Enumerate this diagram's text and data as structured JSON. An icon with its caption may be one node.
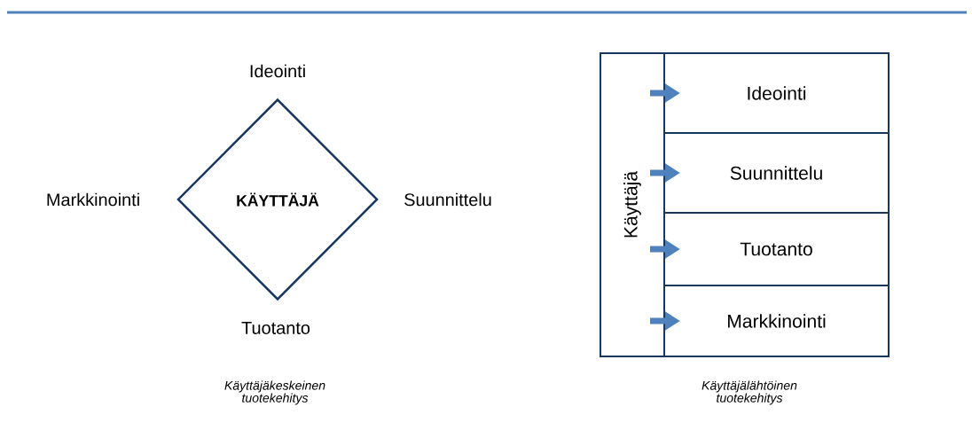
{
  "diagram": {
    "nodes": [
      {
        "text": [
          "KÄYTTÄJÄ"
        ]
      },
      {
        "text": [
          "Käyttäjä"
        ]
      },
      {
        "text": [
          "Ideointi"
        ]
      },
      {
        "text": [
          "Suunnittelu"
        ]
      },
      {
        "text": [
          "Tuotanto"
        ]
      },
      {
        "text": [
          "Markkinointi"
        ]
      }
    ],
    "edges": [
      {
        "from": 1,
        "to": 2,
        "arrow": "to"
      },
      {
        "from": 1,
        "to": 3,
        "arrow": "to"
      },
      {
        "from": 1,
        "to": 4,
        "arrow": "to"
      },
      {
        "from": 1,
        "to": 5,
        "arrow": "to"
      }
    ],
    "labels": [
      "Ideointi",
      "Markkinointi",
      "Suunnittelu",
      "Tuotanto",
      "Käyttäjäkeskeinen tuotekehitys",
      "Käyttäjälähtöinen tuotekehitys"
    ]
  }
}
